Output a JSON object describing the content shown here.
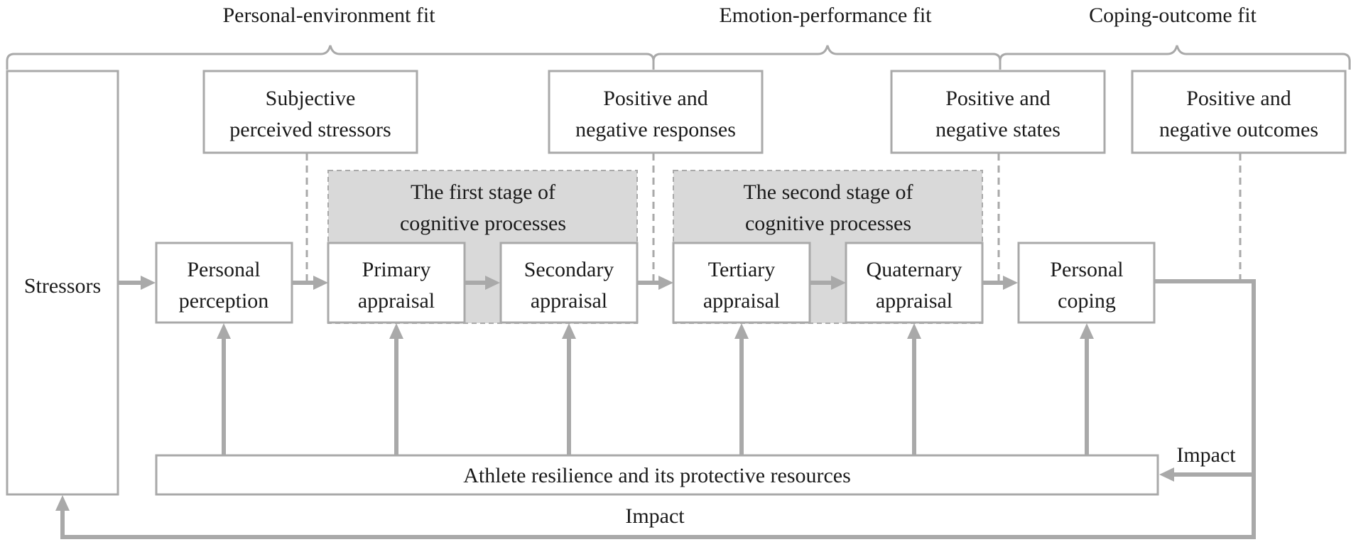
{
  "fit_labels": {
    "personal_environment": "Personal-environment fit",
    "emotion_performance": "Emotion-performance fit",
    "coping_outcome": "Coping-outcome fit"
  },
  "top_boxes": {
    "subjective": [
      "Subjective",
      "perceived stressors"
    ],
    "responses": [
      "Positive and",
      "negative responses"
    ],
    "states": [
      "Positive and",
      "negative states"
    ],
    "outcomes": [
      "Positive and",
      "negative outcomes"
    ]
  },
  "stages": {
    "first": [
      "The first stage of",
      "cognitive processes"
    ],
    "second": [
      "The second stage of",
      "cognitive processes"
    ]
  },
  "process_boxes": {
    "stressors": "Stressors",
    "personal_perception": [
      "Personal",
      "perception"
    ],
    "primary_appraisal": [
      "Primary",
      "appraisal"
    ],
    "secondary_appraisal": [
      "Secondary",
      "appraisal"
    ],
    "tertiary_appraisal": [
      "Tertiary",
      "appraisal"
    ],
    "quaternary_appraisal": [
      "Quaternary",
      "appraisal"
    ],
    "personal_coping": [
      "Personal",
      "coping"
    ]
  },
  "resilience": "Athlete resilience and its protective resources",
  "impact_labels": {
    "right": "Impact",
    "bottom": "Impact"
  }
}
